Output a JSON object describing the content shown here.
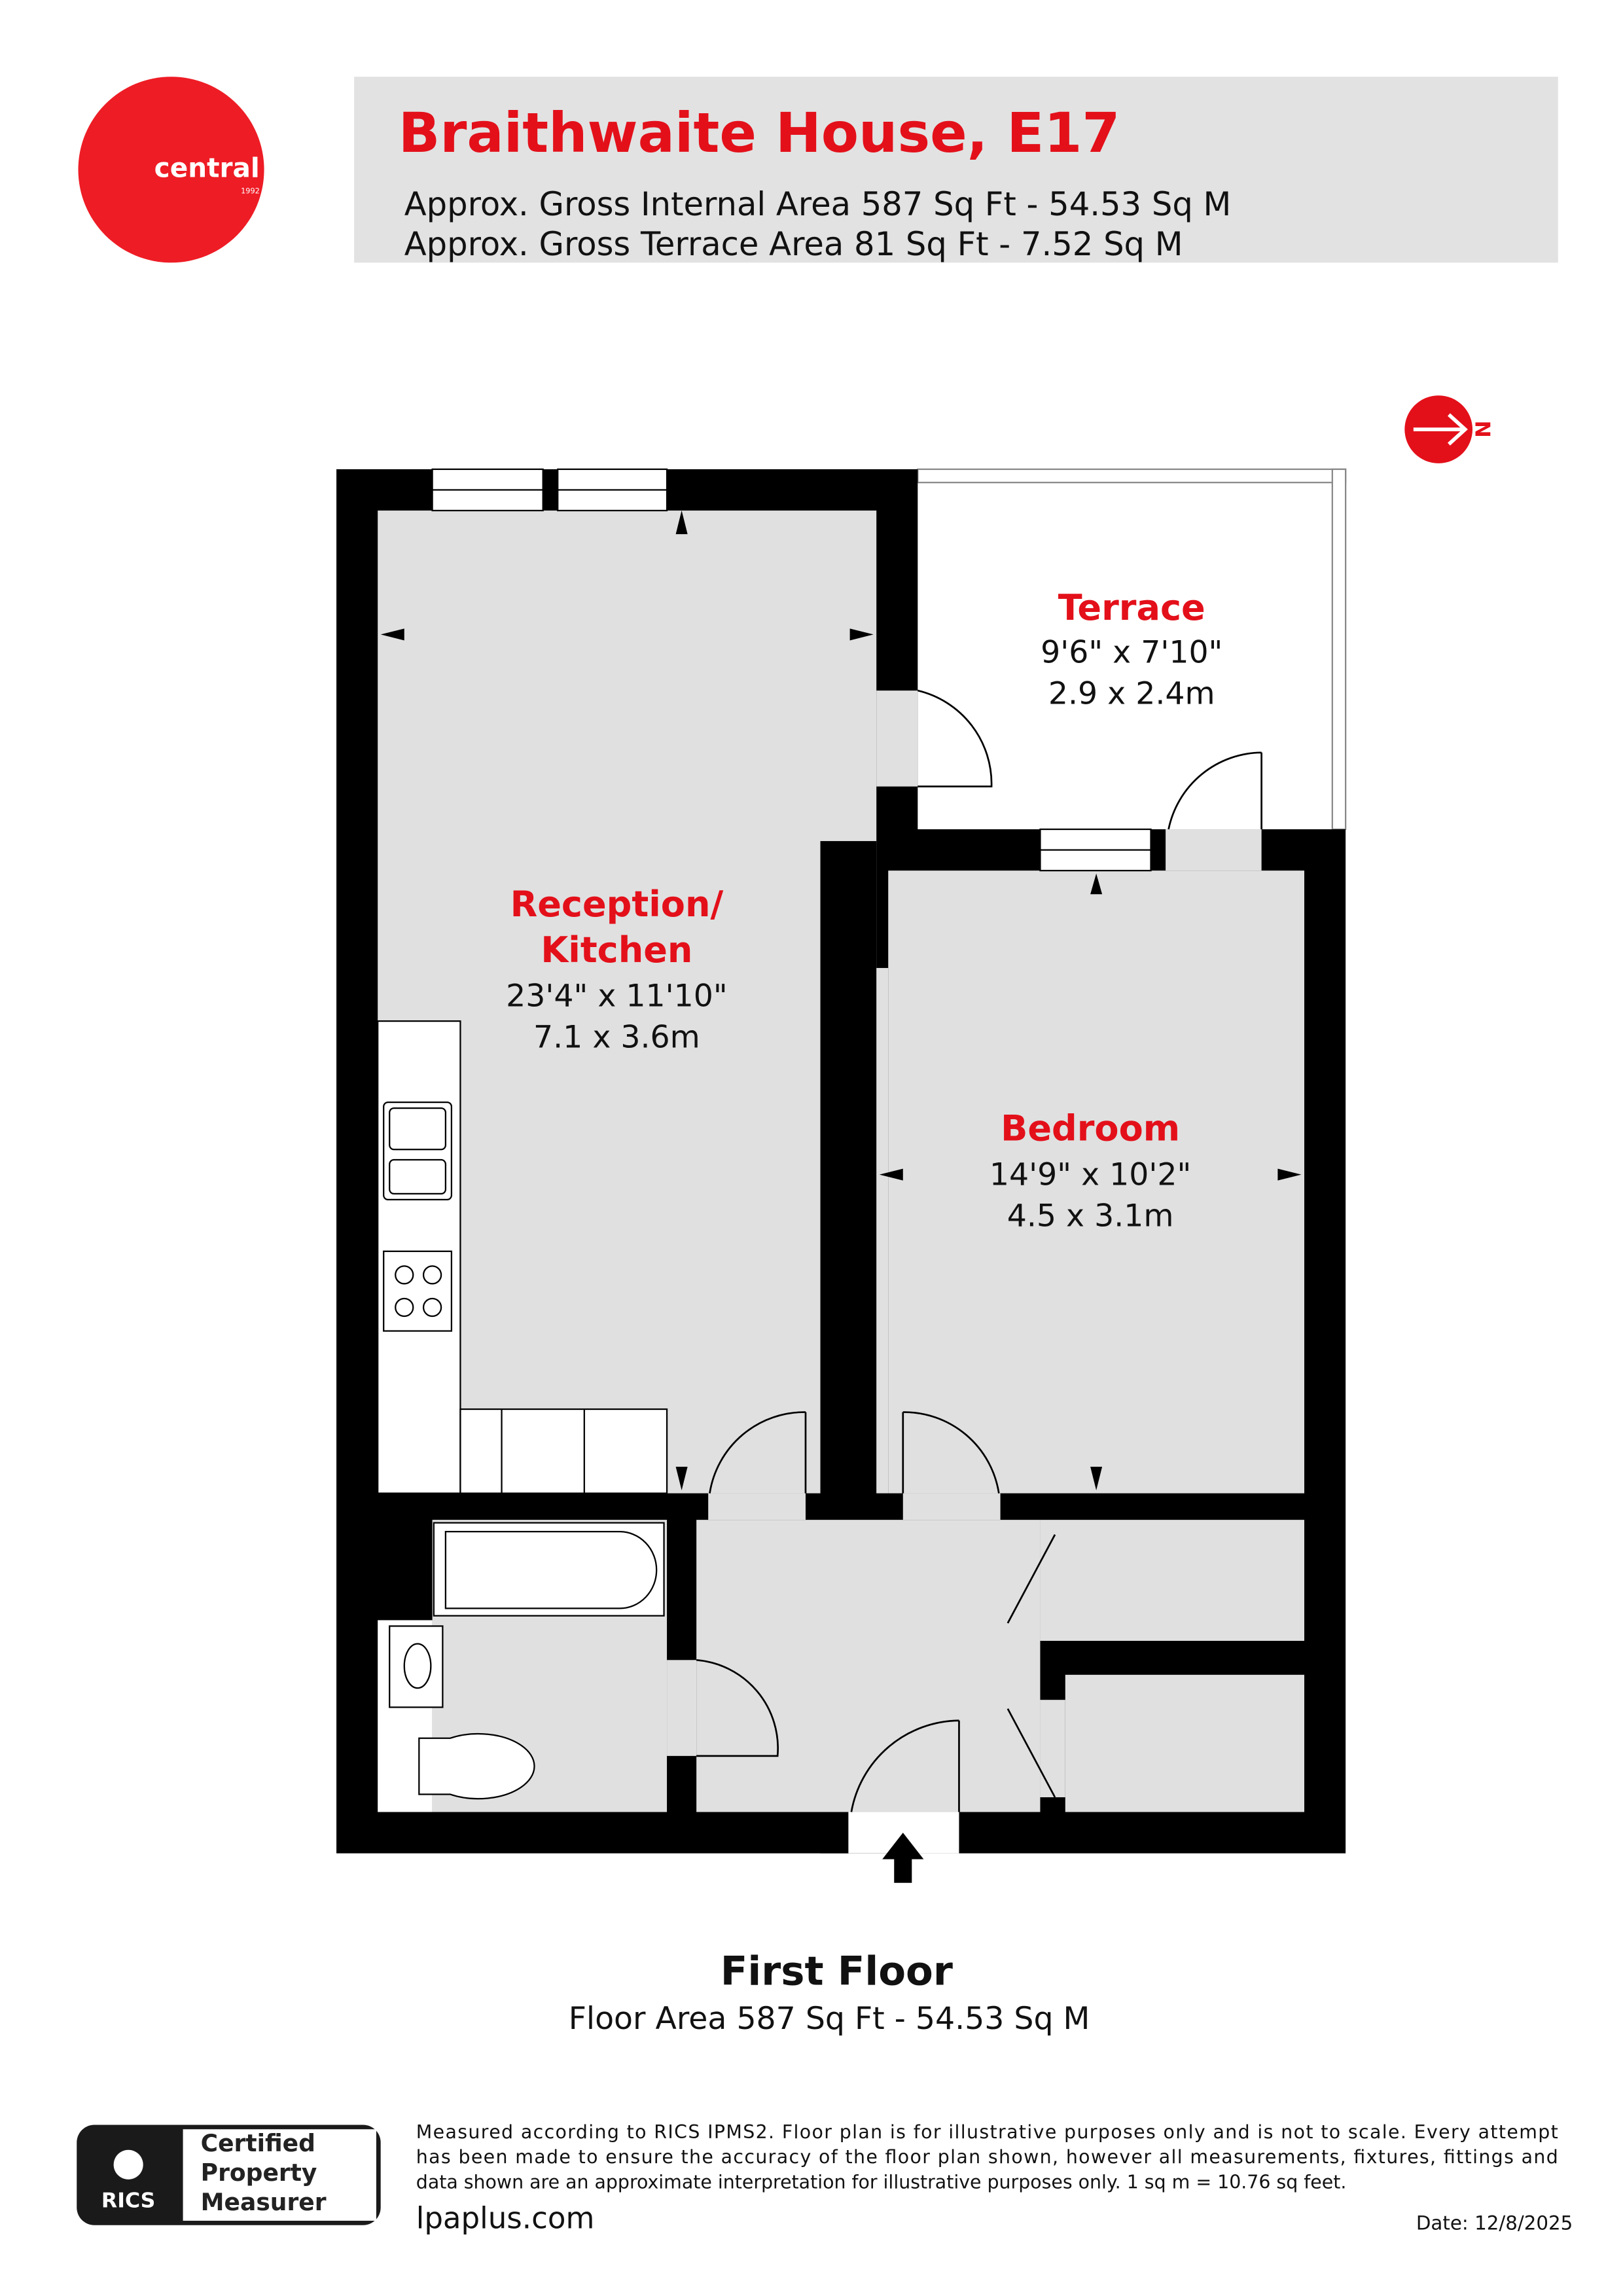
{
  "brand": {
    "logo_text": "central",
    "logo_year": "1992",
    "color": "#ee1c25"
  },
  "header": {
    "title": "Braithwaite House, E17",
    "internal_area": "Approx. Gross Internal Area 587 Sq Ft - 54.53 Sq M",
    "terrace_area": "Approx. Gross Terrace Area 81 Sq Ft - 7.52 Sq M"
  },
  "compass": {
    "label": "N",
    "icon": "north-arrow-icon"
  },
  "rooms": [
    {
      "name": "Terrace",
      "imperial": "9'6\" x 7'10\"",
      "metric": "2.9 x 2.4m"
    },
    {
      "name_line1": "Reception/",
      "name_line2": "Kitchen",
      "imperial": "23'4\" x 11'10\"",
      "metric": "7.1 x 3.6m"
    },
    {
      "name": "Bedroom",
      "imperial": "14'9\" x 10'2\"",
      "metric": "4.5 x 3.1m"
    }
  ],
  "floor": {
    "title": "First Floor",
    "area": "Floor Area 587 Sq Ft - 54.53 Sq M"
  },
  "footer": {
    "rics_logo": "RICS",
    "badge_lines": [
      "Certified",
      "Property",
      "Measurer"
    ],
    "disclaimer_lines": [
      "Measured according to RICS IPMS2. Floor plan is for illustrative purposes only and is not to scale. Every attempt",
      "has been made to ensure the accuracy of the floor plan shown, however all measurements, fixtures, fittings and",
      "data shown are an approximate interpretation for illustrative purposes only. 1 sq m = 10.76 sq feet."
    ],
    "website": "lpaplus.com",
    "date": "Date: 12/8/2025"
  },
  "colors": {
    "accent": "#e3101a",
    "wall": "#000000",
    "floor": "#e0e0e0",
    "header_bg": "#e2e2e2"
  }
}
